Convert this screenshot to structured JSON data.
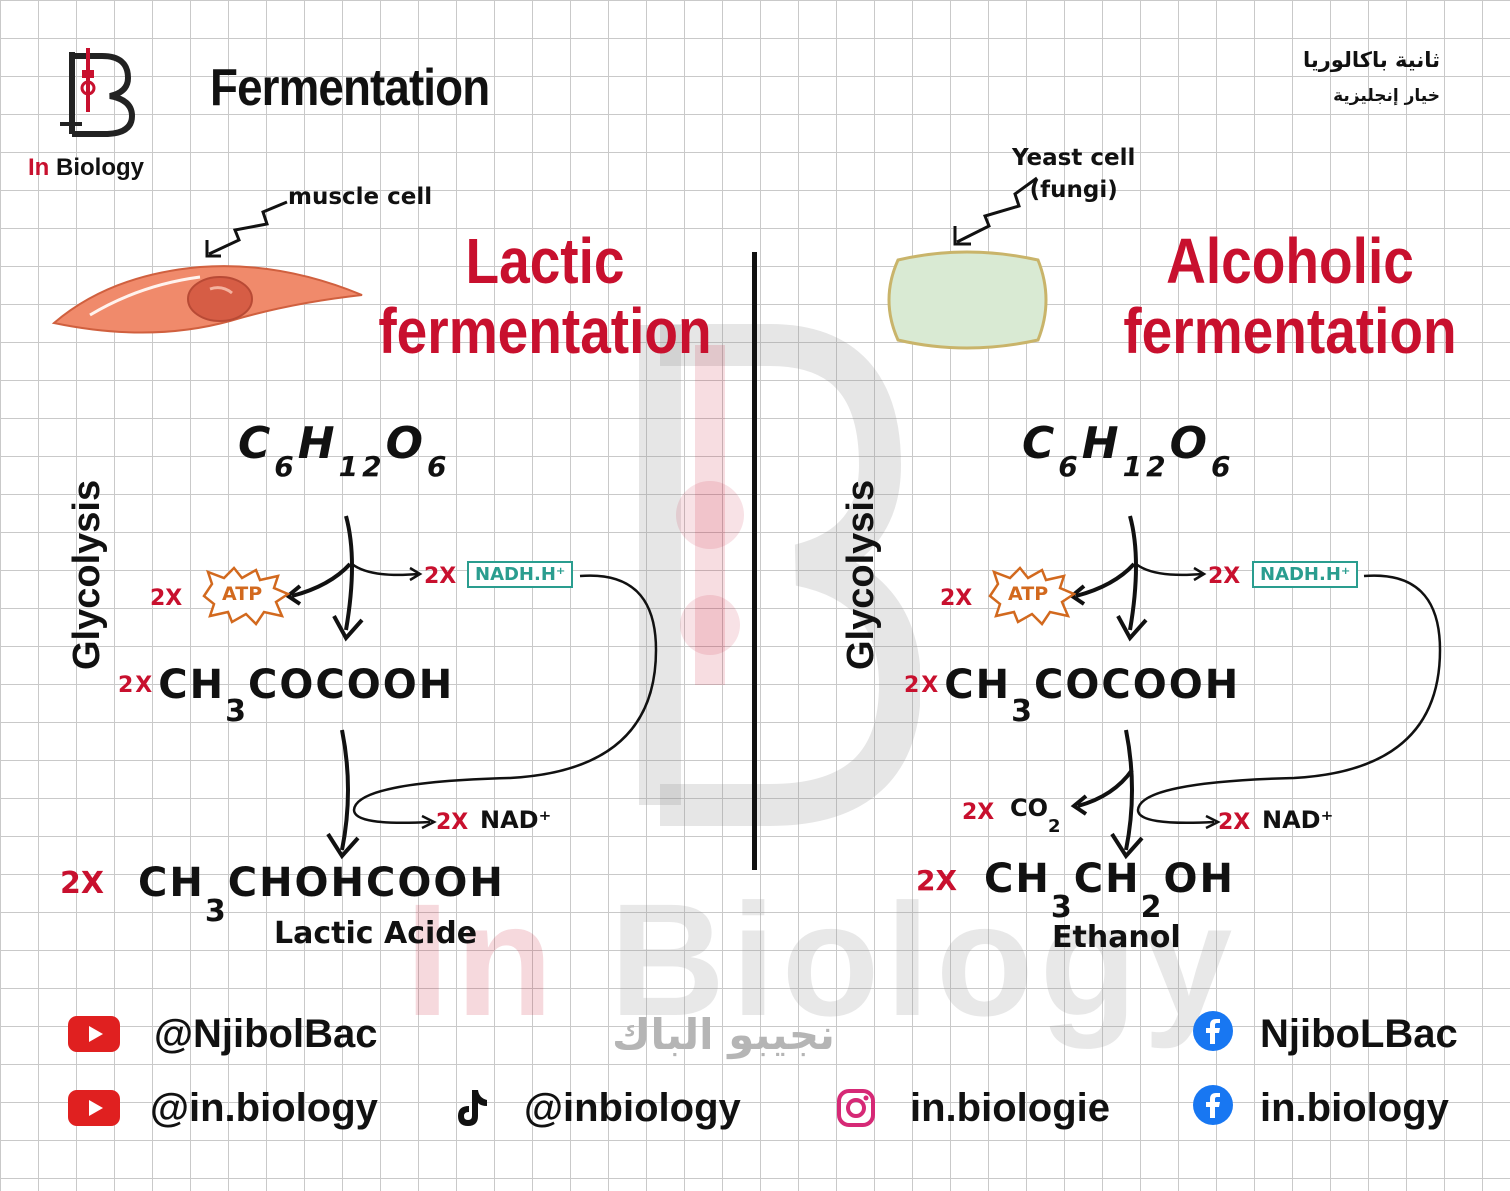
{
  "header": {
    "title": "Fermentation",
    "brand_in": "In",
    "brand_rest": "Biology",
    "arabic_line1": "ثانية باكالوريا",
    "arabic_line2": "خيار إنجليزية"
  },
  "watermark": {
    "in": "In",
    "rest": "Biology"
  },
  "lactic": {
    "title_line1": "Lactic",
    "title_line2": "fermentation",
    "cell_label": "muscle cell",
    "glucose": {
      "c": "C",
      "c_sub": "6",
      "h": "H",
      "h_sub": "12",
      "o": "O",
      "o_sub": "6"
    },
    "glycolysis": "Glycolysis",
    "atp_coef": "2X",
    "atp": "ATP",
    "nadh_coef": "2X",
    "nadh": "NADH.H⁺",
    "pyruvate": {
      "coef": "2X",
      "a": "CH",
      "sub": "3",
      "b": "COCOOH"
    },
    "nad_coef": "2X",
    "nad": "NAD⁺",
    "product": {
      "coef": "2X",
      "a": "CH",
      "sub": "3",
      "b": "CHOHCOOH",
      "name": "Lactic Acide"
    }
  },
  "alcoholic": {
    "title_line1": "Alcoholic",
    "title_line2": "fermentation",
    "cell_label_line1": "Yeast cell",
    "cell_label_line2": "(fungi)",
    "glucose": {
      "c": "C",
      "c_sub": "6",
      "h": "H",
      "h_sub": "12",
      "o": "O",
      "o_sub": "6"
    },
    "glycolysis": "Glycolysis",
    "atp_coef": "2X",
    "atp": "ATP",
    "nadh_coef": "2X",
    "nadh": "NADH.H⁺",
    "pyruvate": {
      "coef": "2X",
      "a": "CH",
      "sub": "3",
      "b": "COCOOH"
    },
    "co2_coef": "2X",
    "co2": "CO",
    "co2_sub": "2",
    "nad_coef": "2X",
    "nad": "NAD⁺",
    "product": {
      "coef": "2X",
      "a": "CH",
      "sub1": "3",
      "b": "CH",
      "sub2": "2",
      "c": "OH",
      "name": "Ethanol"
    }
  },
  "footer": {
    "youtube1": "@NjibolBac",
    "youtube2": "@in.biology",
    "tiktok": "@inbiology",
    "instagram": "in.biologie",
    "facebook1": "NjiboLBac",
    "facebook2": "in.biology",
    "arabic_brand": "نجيبو الباك"
  },
  "colors": {
    "accent_red": "#c8102e",
    "atp_orange": "#d2691e",
    "nadh_teal": "#2a9d8f",
    "muscle_cell": "#f08a6b",
    "yeast_cell": "#d9ead3",
    "youtube": "#e02020",
    "facebook": "#1877f2"
  }
}
